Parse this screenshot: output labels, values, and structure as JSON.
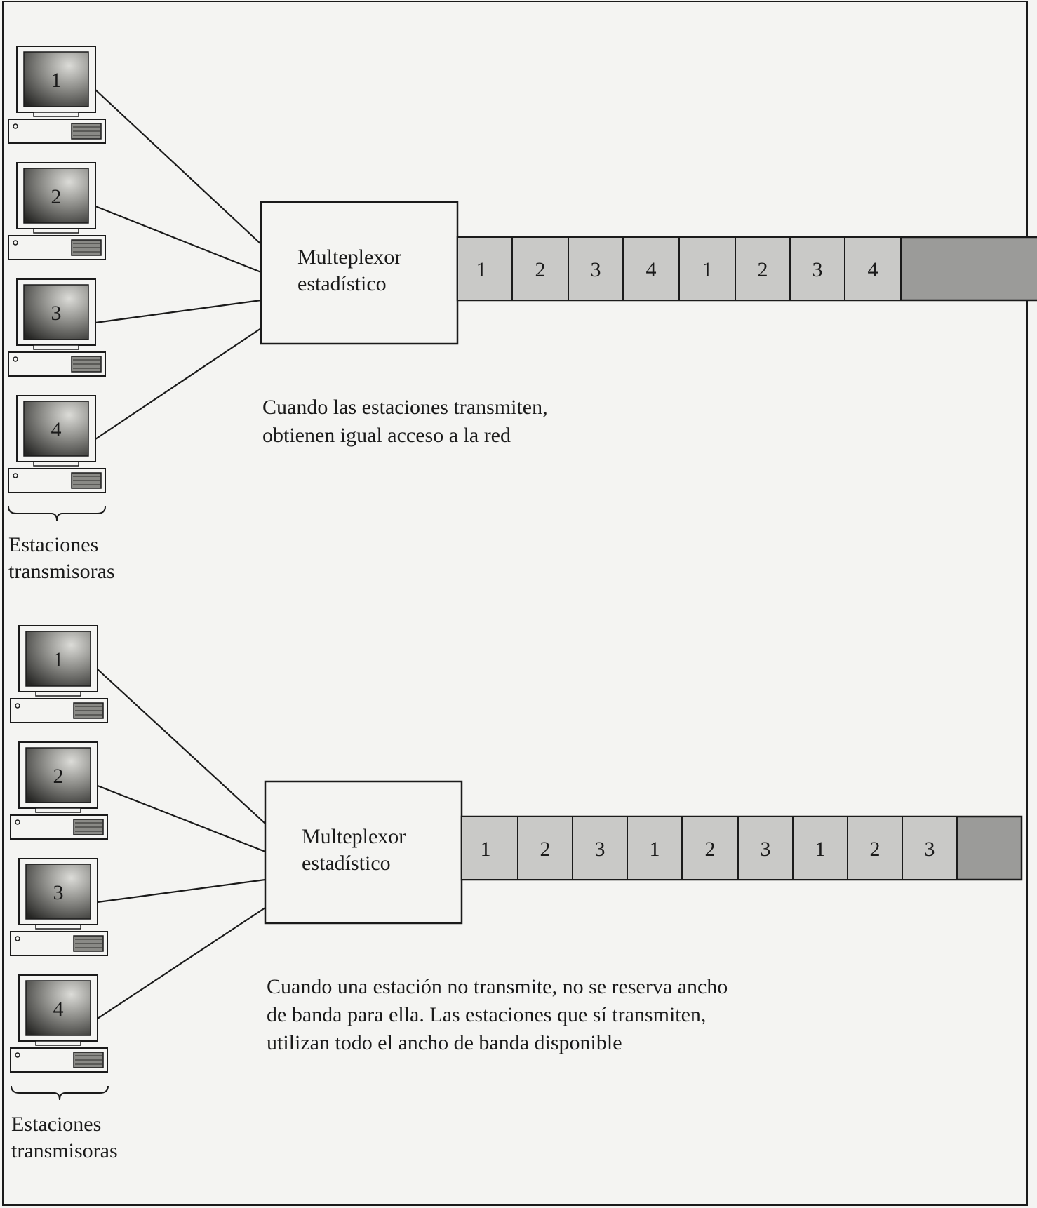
{
  "diagrams": [
    {
      "stations": [
        "1",
        "2",
        "3",
        "4"
      ],
      "mux_label": [
        "Multeplexor",
        "estadístico"
      ],
      "frames": [
        "1",
        "2",
        "3",
        "4",
        "1",
        "2",
        "3",
        "4"
      ],
      "caption": [
        "Cuando las estaciones transmiten,",
        "obtienen igual acceso a la red"
      ],
      "group_label": [
        "Estaciones",
        "transmisoras"
      ]
    },
    {
      "stations": [
        "1",
        "2",
        "3",
        "4"
      ],
      "mux_label": [
        "Multeplexor",
        "estadístico"
      ],
      "frames": [
        "1",
        "2",
        "3",
        "1",
        "2",
        "3",
        "1",
        "2",
        "3"
      ],
      "caption": [
        "Cuando una estación no transmite, no se reserva ancho",
        "de banda para ella. Las estaciones que sí transmiten,",
        "utilizan todo el ancho de banda disponible"
      ],
      "group_label": [
        "Estaciones",
        "transmisoras"
      ]
    }
  ],
  "colors": {
    "frame_fill": "#c9c9c7",
    "link_fill": "#9b9b99",
    "screen_dark": "#2e2e2c",
    "screen_light": "#d8d8d4",
    "stroke": "#1a1a1a"
  }
}
